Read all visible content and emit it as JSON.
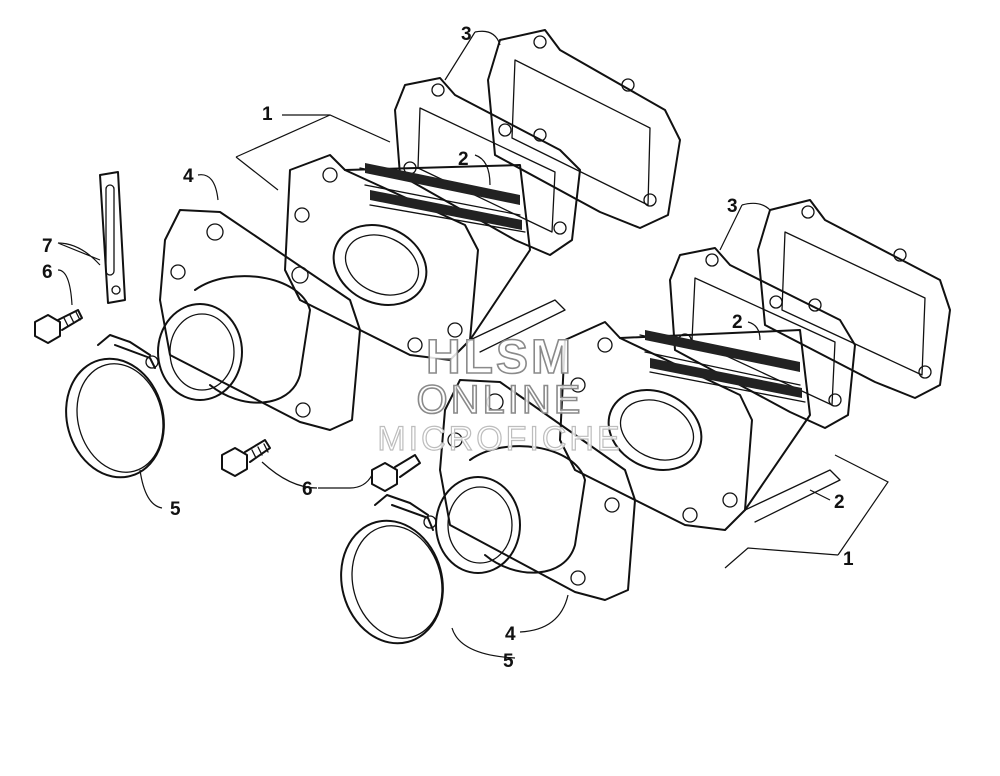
{
  "callouts": {
    "left_1": "1",
    "left_2": "2",
    "left_3": "3",
    "left_4": "4",
    "left_5": "5",
    "left_6": "6",
    "left_7": "7",
    "mid_6": "6",
    "right_1": "1",
    "right_2a": "2",
    "right_2b": "2",
    "right_3": "3",
    "right_4": "4",
    "right_5": "5"
  },
  "watermark": {
    "line1": "HLSM",
    "line2": "ONLINE",
    "line3": "MICROFICHE"
  }
}
